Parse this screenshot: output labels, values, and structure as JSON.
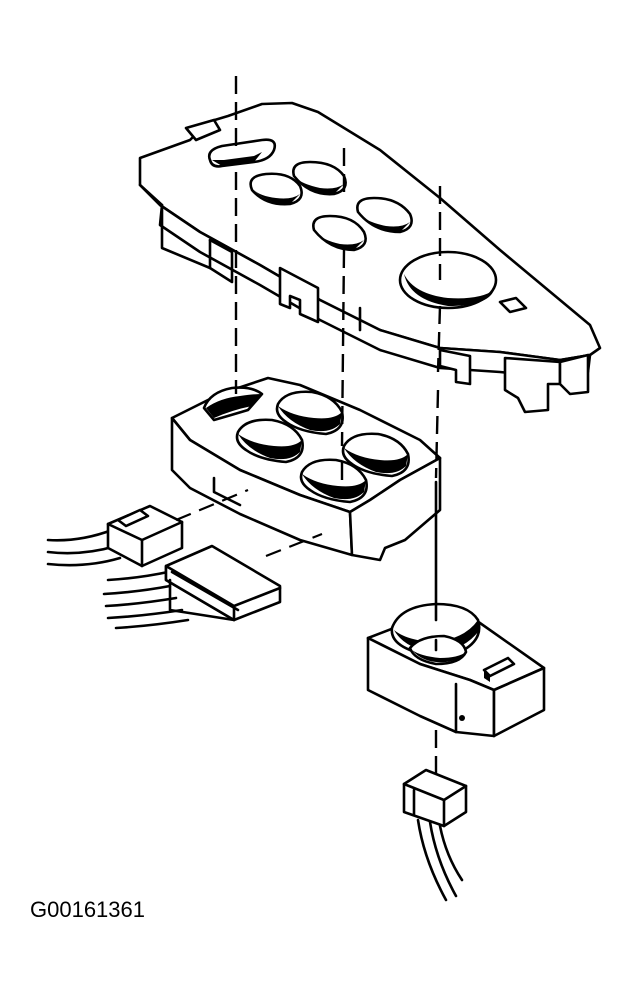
{
  "figure": {
    "code": "G00161361"
  },
  "parts": [
    {
      "id": "switch-bezel",
      "label": ""
    },
    {
      "id": "window-switch-assembly",
      "label": ""
    },
    {
      "id": "door-lock-switch",
      "label": ""
    },
    {
      "id": "harness-connector-small",
      "label": ""
    },
    {
      "id": "harness-connector-large",
      "label": ""
    },
    {
      "id": "lock-switch-connector",
      "label": ""
    }
  ]
}
